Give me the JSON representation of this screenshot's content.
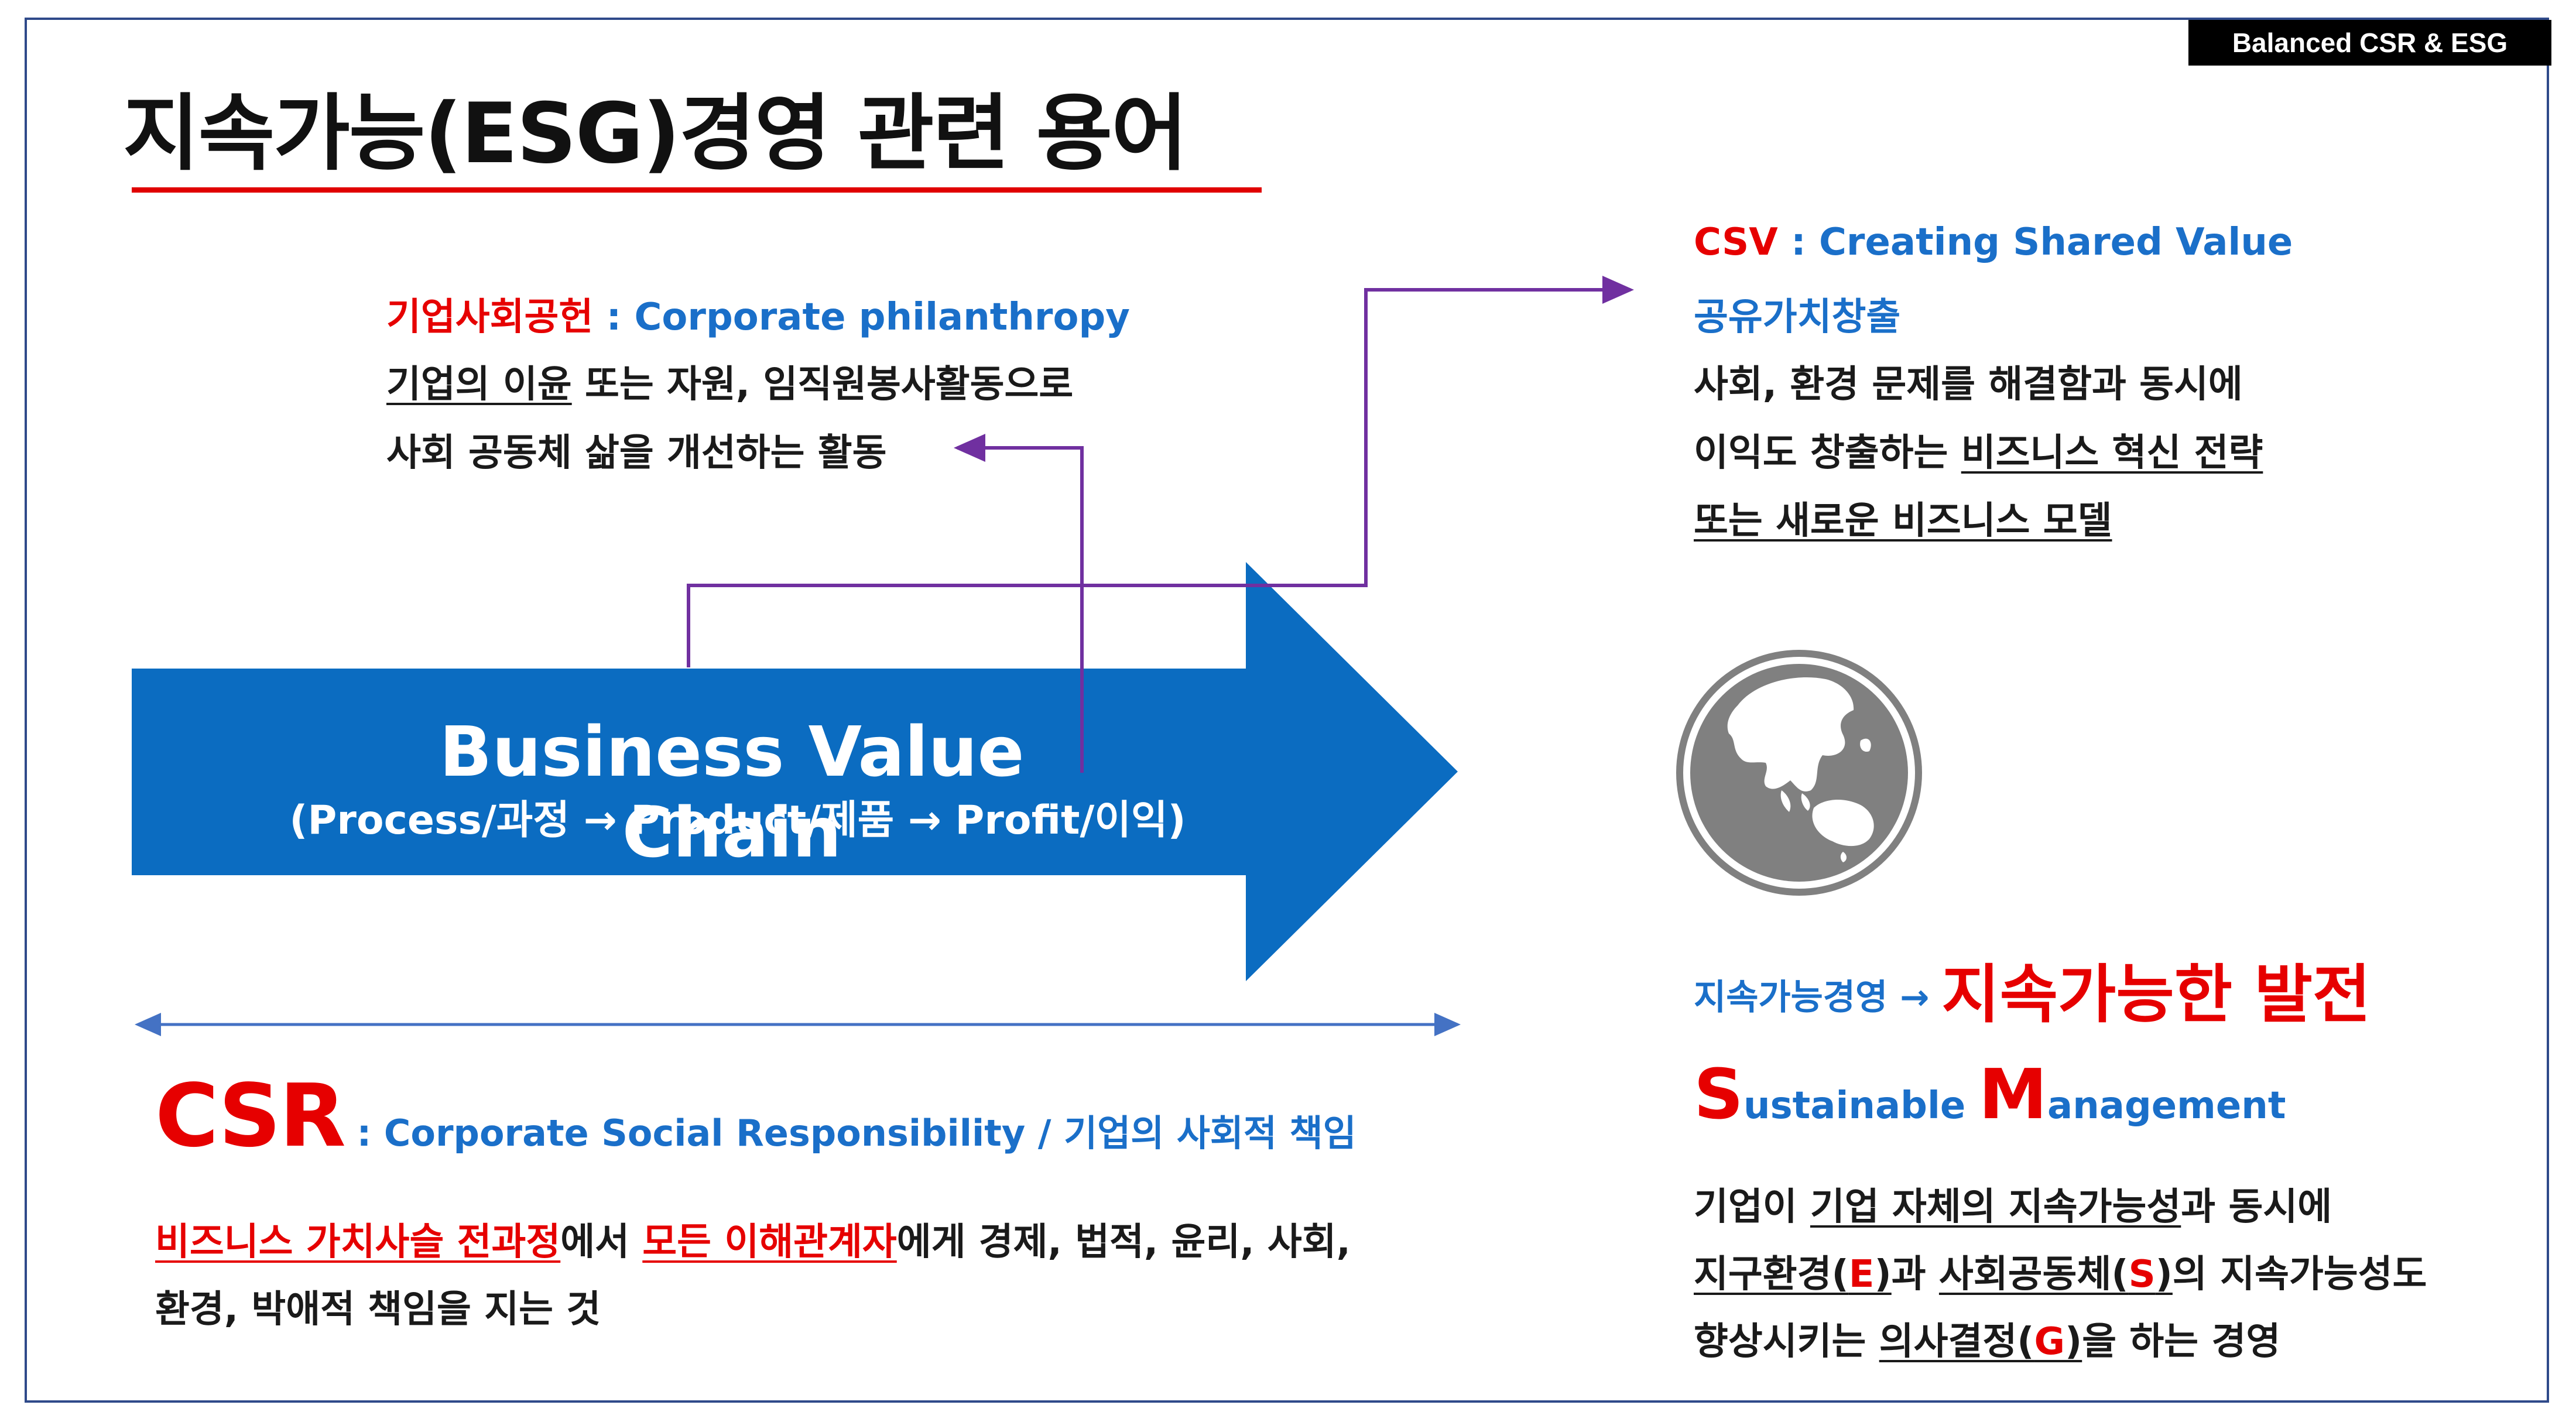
{
  "tag": "Balanced CSR & ESG",
  "title": "지속가능(ESG)경영 관련 용어",
  "philanthropy": {
    "term": "기업사회공헌",
    "sep_en": " : Corporate philanthropy",
    "line1_ul": "기업의 이윤",
    "line1_rest": " 또는 자원, 임직원봉사활동으로",
    "line2": "사회 공동체 삶을 개선하는 활동"
  },
  "csv": {
    "term": "CSV",
    "sep_en": " : Creating Shared Value",
    "korean": "공유가치창출",
    "line1": "사회, 환경 문제를 해결함과 동시에",
    "line2_plain": "이익도 창출하는 ",
    "line2_ul": "비즈니스 혁신 전략",
    "line3_ul": "또는 새로운 비즈니스 모델"
  },
  "value_chain": {
    "title": "Business Value Chain",
    "subtitle": "(Process/과정 → Product/제품 → Profit/이익)"
  },
  "csr": {
    "term": "CSR",
    "sep_en": " : Corporate Social Responsibility / 기업의 사회적 책임",
    "line1_ul1": "비즈니스 가치사슬 전과정",
    "line1_mid": "에서 ",
    "line1_ul2": "모든 이해관계자",
    "line1_rest": "에게 경제, 법적, 윤리, 사회,",
    "line2": "환경, 박애적 책임을 지는 것"
  },
  "sustainable": {
    "lead": "지속가능경영 → ",
    "highlight": "지속가능한 발전",
    "s_letter": "S",
    "s_rest": "ustainable ",
    "m_letter": "M",
    "m_rest": "anagement",
    "line1_plain": "기업이 ",
    "line1_ul": "기업 자체의 지속가능성",
    "line1_rest": "과 동시에",
    "line2_ul1": "지구환경(",
    "line2_e": "E",
    "line2_ul1b": ")",
    "line2_mid": "과 ",
    "line2_ul2": "사회공동체(",
    "line2_s": "S",
    "line2_ul2b": ")",
    "line2_rest": "의 지속가능성도",
    "line3_plain": "향상시키는 ",
    "line3_ul": "의사결정(",
    "line3_g": "G",
    "line3_ulb": ")",
    "line3_rest": "을 하는 경영"
  },
  "icons": {
    "globe": "globe-icon"
  },
  "colors": {
    "accent_red": "#e60000",
    "accent_blue": "#1a6fc9",
    "arrow_blue": "#0b6cc1",
    "connector_purple": "#7030a0",
    "globe_grey": "#808080"
  }
}
